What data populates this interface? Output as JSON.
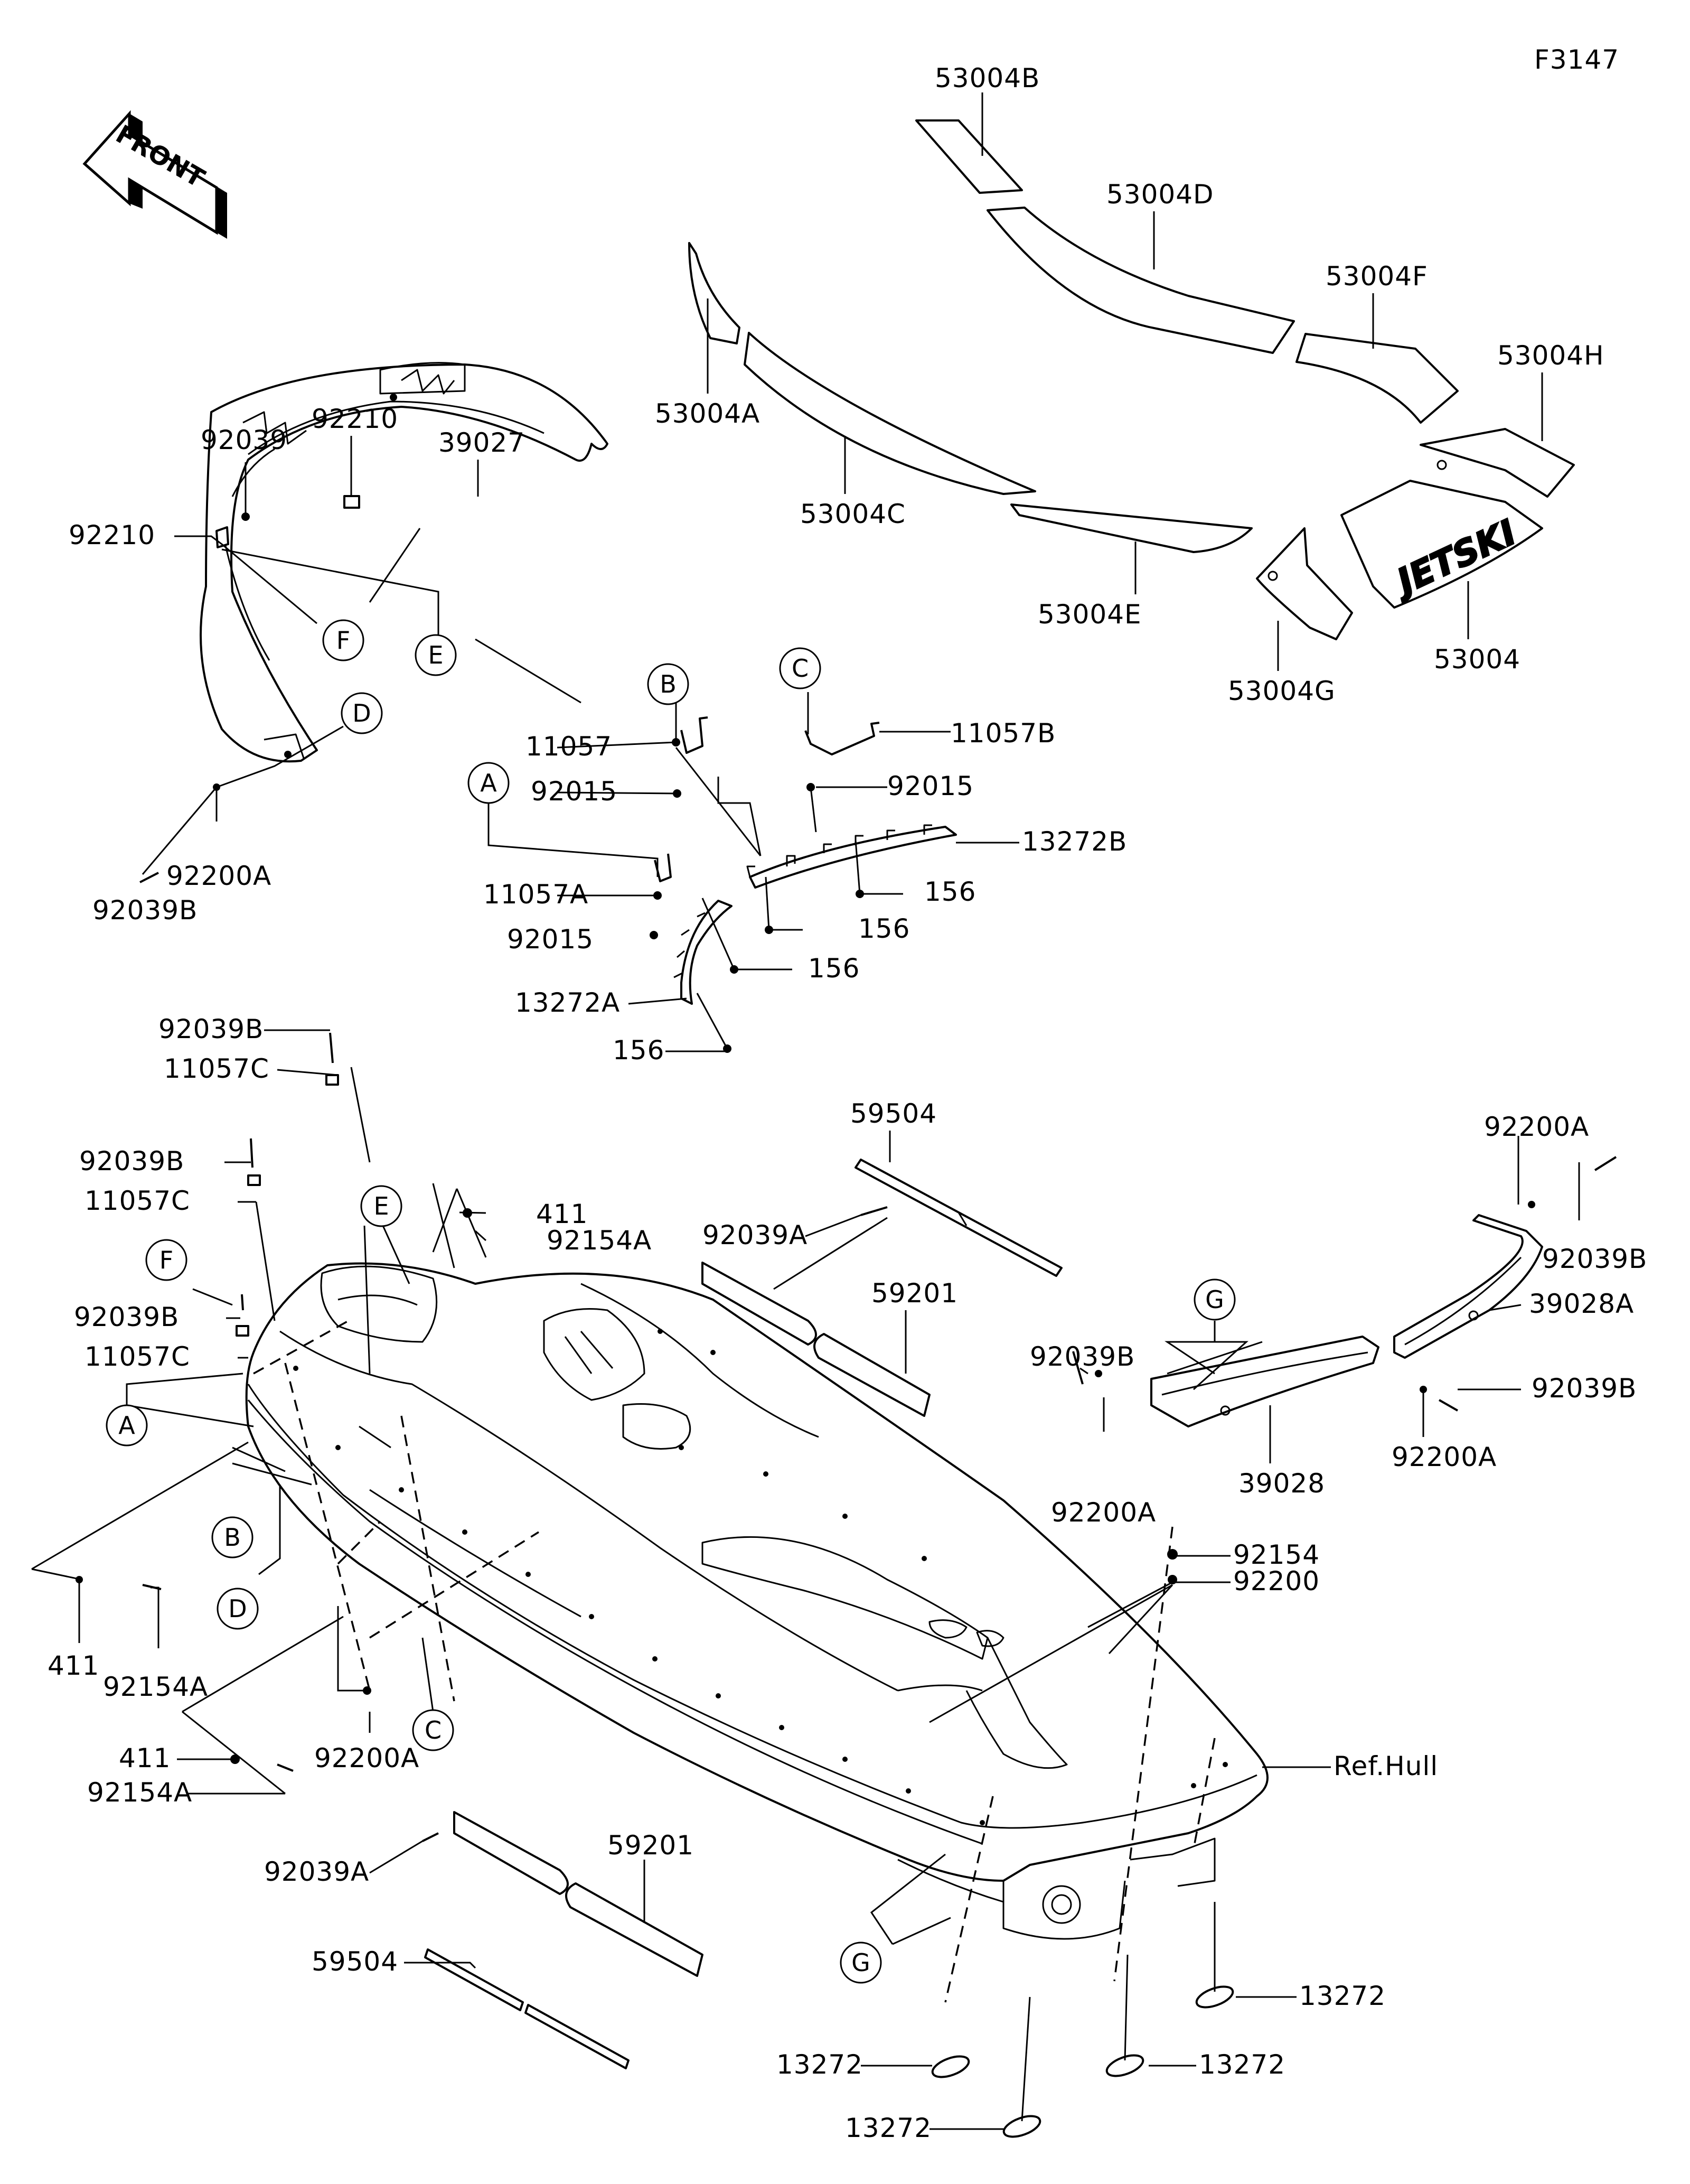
{
  "figure_code": "F3147",
  "front_arrow_label": "FRONT",
  "ref_label": "Ref.Hull",
  "decal_logo_text": "JETSKI",
  "part_labels": {
    "p53004B": "53004B",
    "p53004D": "53004D",
    "p53004F": "53004F",
    "p53004H": "53004H",
    "p53004A": "53004A",
    "p53004C": "53004C",
    "p53004E": "53004E",
    "p53004G": "53004G",
    "p53004": "53004",
    "p92039_top": "92039",
    "p92210_top": "92210",
    "p39027": "39027",
    "p92210_left": "92210",
    "p92200A_front": "92200A",
    "p92039B_front": "92039B",
    "p11057": "11057",
    "p92015_b": "92015",
    "p11057A": "11057A",
    "p92015_a": "92015",
    "p13272A": "13272A",
    "p156_a": "156",
    "p156_b": "156",
    "p156_c": "156",
    "p156_d": "156",
    "p11057B": "11057B",
    "p92015_c": "92015",
    "p13272B": "13272B",
    "p92039B_1": "92039B",
    "p11057C_1": "11057C",
    "p92039B_2": "92039B",
    "p11057C_2": "11057C",
    "p92039B_3": "92039B",
    "p11057C_3": "11057C",
    "p411_top": "411",
    "p92154A_top": "92154A",
    "p59504_top": "59504",
    "p92039A_top": "92039A",
    "p59201_top": "59201",
    "p92200A_r1": "92200A",
    "p92039B_r1": "92039B",
    "p39028A": "39028A",
    "p92039B_r2": "92039B",
    "p92200A_r2": "92200A",
    "p92039B_mid": "92039B",
    "p92200A_mid": "92200A",
    "p39028": "39028",
    "p92154": "92154",
    "p92200": "92200",
    "p411_left": "411",
    "p92154A_left": "92154A",
    "p92200A_bottom": "92200A",
    "p411_bottom": "411",
    "p92154A_bottom": "92154A",
    "p92039A_bottom": "92039A",
    "p59201_bottom": "59201",
    "p59504_bottom": "59504",
    "p13272_r1": "13272",
    "p13272_r2": "13272",
    "p13272_c": "13272",
    "p13272_b": "13272"
  },
  "callouts": {
    "F_top": "F",
    "E_top": "E",
    "D_top": "D",
    "B_top": "B",
    "C_top": "C",
    "A_mid": "A",
    "E_hull": "E",
    "F_hull": "F",
    "A_hull": "A",
    "B_hull": "B",
    "D_hull": "D",
    "C_hull": "C",
    "G_right": "G",
    "G_bottom": "G"
  }
}
